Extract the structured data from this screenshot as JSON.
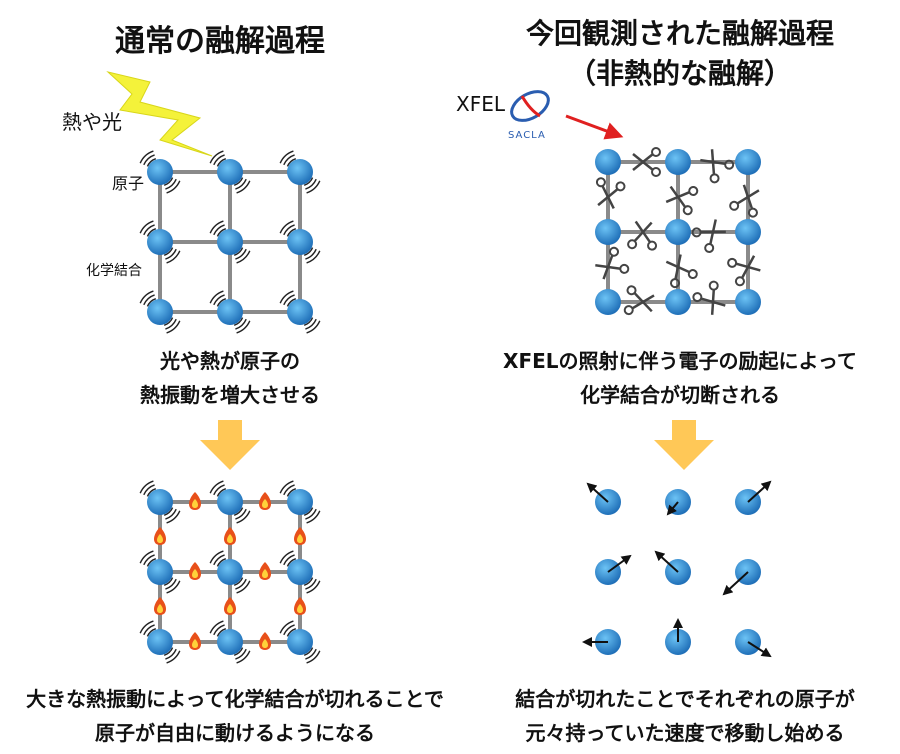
{
  "left": {
    "title": "通常の融解過程",
    "heat_light_label": "熱や光",
    "atom_label": "原子",
    "bond_label": "化学結合",
    "caption1_line1": "光や熱が原子の",
    "caption1_line2": "熱振動を増大させる",
    "caption2_line1": "大きな熱振動によって化学結合が切れることで",
    "caption2_line2": "原子が自由に動けるようになる"
  },
  "right": {
    "title_line1": "今回観測された融解過程",
    "title_line2": "（非熱的な融解）",
    "xfel_label": "XFEL",
    "sacla_label": "SACLA",
    "caption1_line1": "XFELの照射に伴う電子の励起によって",
    "caption1_line2": "化学結合が切断される",
    "caption2_line1": "結合が切れたことでそれぞれの原子が",
    "caption2_line2": "元々持っていた速度で移動し始める"
  },
  "colors": {
    "atom": "#2f8fd8",
    "bond": "#8a8a8a",
    "arrow_down": "#ffc857",
    "lightning": "#f4f23a",
    "red_arrow": "#e02020",
    "flame": "#e8501a"
  },
  "icons": [
    "lightning-icon",
    "scissors-icon",
    "flame-icon",
    "vibration-icon",
    "sacla-logo-icon"
  ]
}
